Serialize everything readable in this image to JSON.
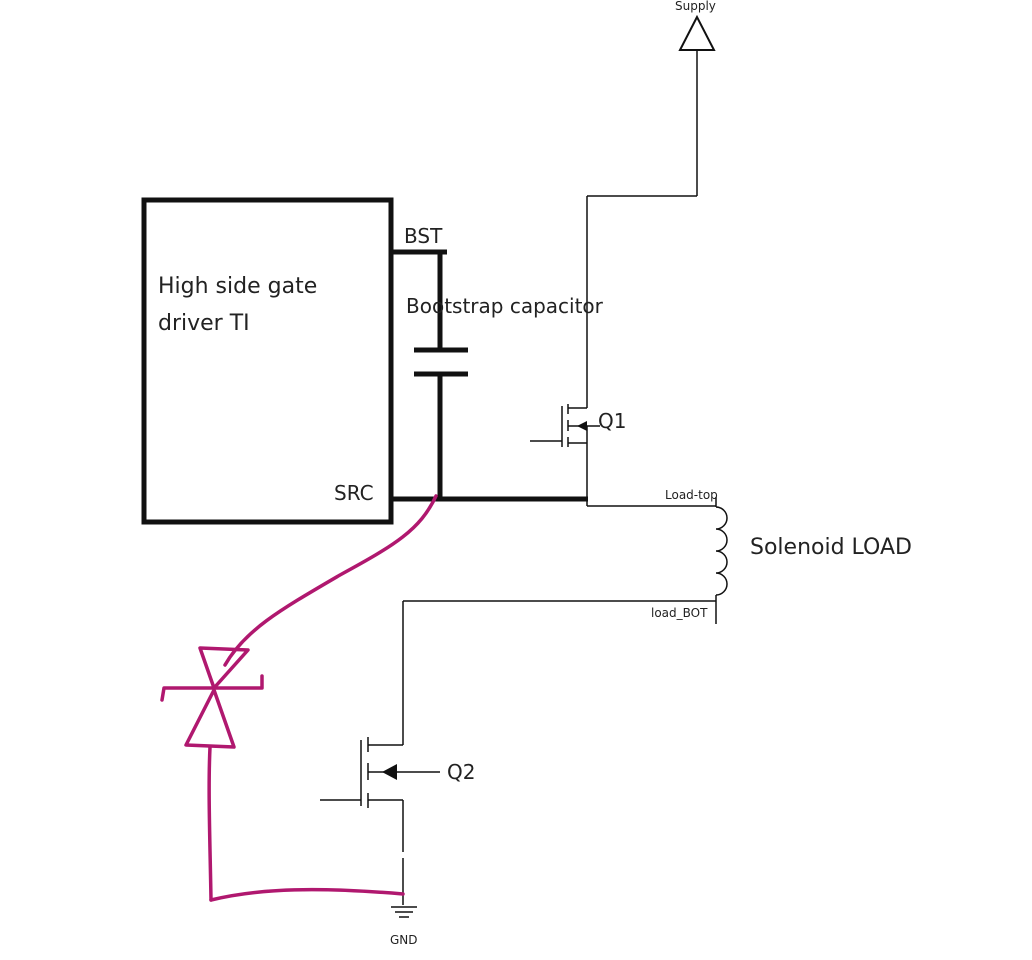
{
  "colors": {
    "wire": "#111111",
    "tvs": "#b0186f",
    "background": "#ffffff"
  },
  "labels": {
    "supply": "Supply",
    "driver_line1": "High side gate",
    "driver_line2": "driver TI",
    "bst": "BST",
    "src": "SRC",
    "bootstrap": "Bootstrap capacitor",
    "q1": "Q1",
    "q2": "Q2",
    "load_top": "Load-top",
    "load_bot": "load_BOT",
    "solenoid": "Solenoid LOAD",
    "gnd": "GND"
  }
}
